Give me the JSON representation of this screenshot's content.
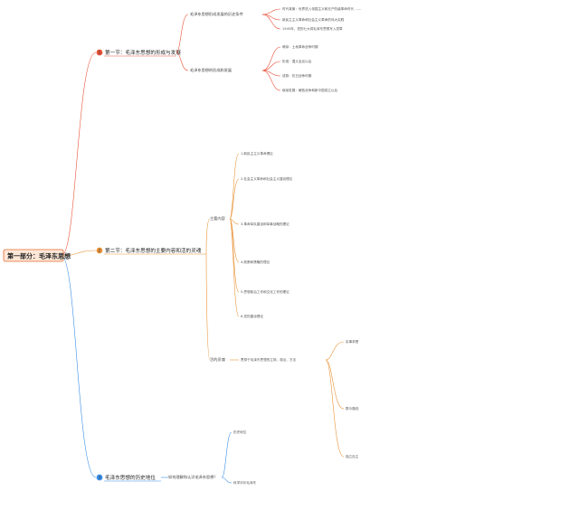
{
  "root": {
    "label": "第一部分：毛泽东思想",
    "color": "#e36a2f"
  },
  "sections": [
    {
      "number": "1",
      "label": "第一节：毛泽东思想的形成与发展",
      "color": "#e8533b",
      "groups": [
        {
          "label": "毛泽东思想形成发展的历史条件",
          "items": [
            "时代背景：世界进入帝国主义和无产阶级革命时代 ……",
            "新民主主义革命和社会主义革命的伟大实践",
            "1945年，党的七大将毛泽东思想写入党章"
          ]
        },
        {
          "label": "毛泽东思想的形成和发展",
          "items": [
            "萌芽：土地革命战争时期",
            "形成：遵义会议以后",
            "成熟：抗日战争时期",
            "继续发展：解放战争和新中国成立以后"
          ]
        }
      ]
    },
    {
      "number": "2",
      "label": "第二节：毛泽东思想的主要内容和活的灵魂",
      "color": "#e8953b",
      "groups": [
        {
          "label": "主要内容",
          "items": [
            "1.新民主主义革命理论",
            "2.社会主义革命和社会主义建设理论",
            "3.革命军队建设和军事战略的理论",
            "4.政策和策略的理论",
            "5.思想政治工作和文化工作的理论",
            "6.党的建设理论"
          ]
        },
        {
          "label": "活的灵魂",
          "items": [
            "贯穿于毛泽东思想的立场、观点、方法",
            "实事求是",
            "群众路线",
            "独立自主"
          ]
        }
      ]
    },
    {
      "number": "3",
      "label": "毛泽东思想的历史地位",
      "color": "#3b8fe8",
      "groups": [
        {
          "label": "如何理解和认识毛泽东思想？",
          "items": [
            "历史地位",
            "科学评价毛泽东"
          ]
        }
      ]
    }
  ]
}
